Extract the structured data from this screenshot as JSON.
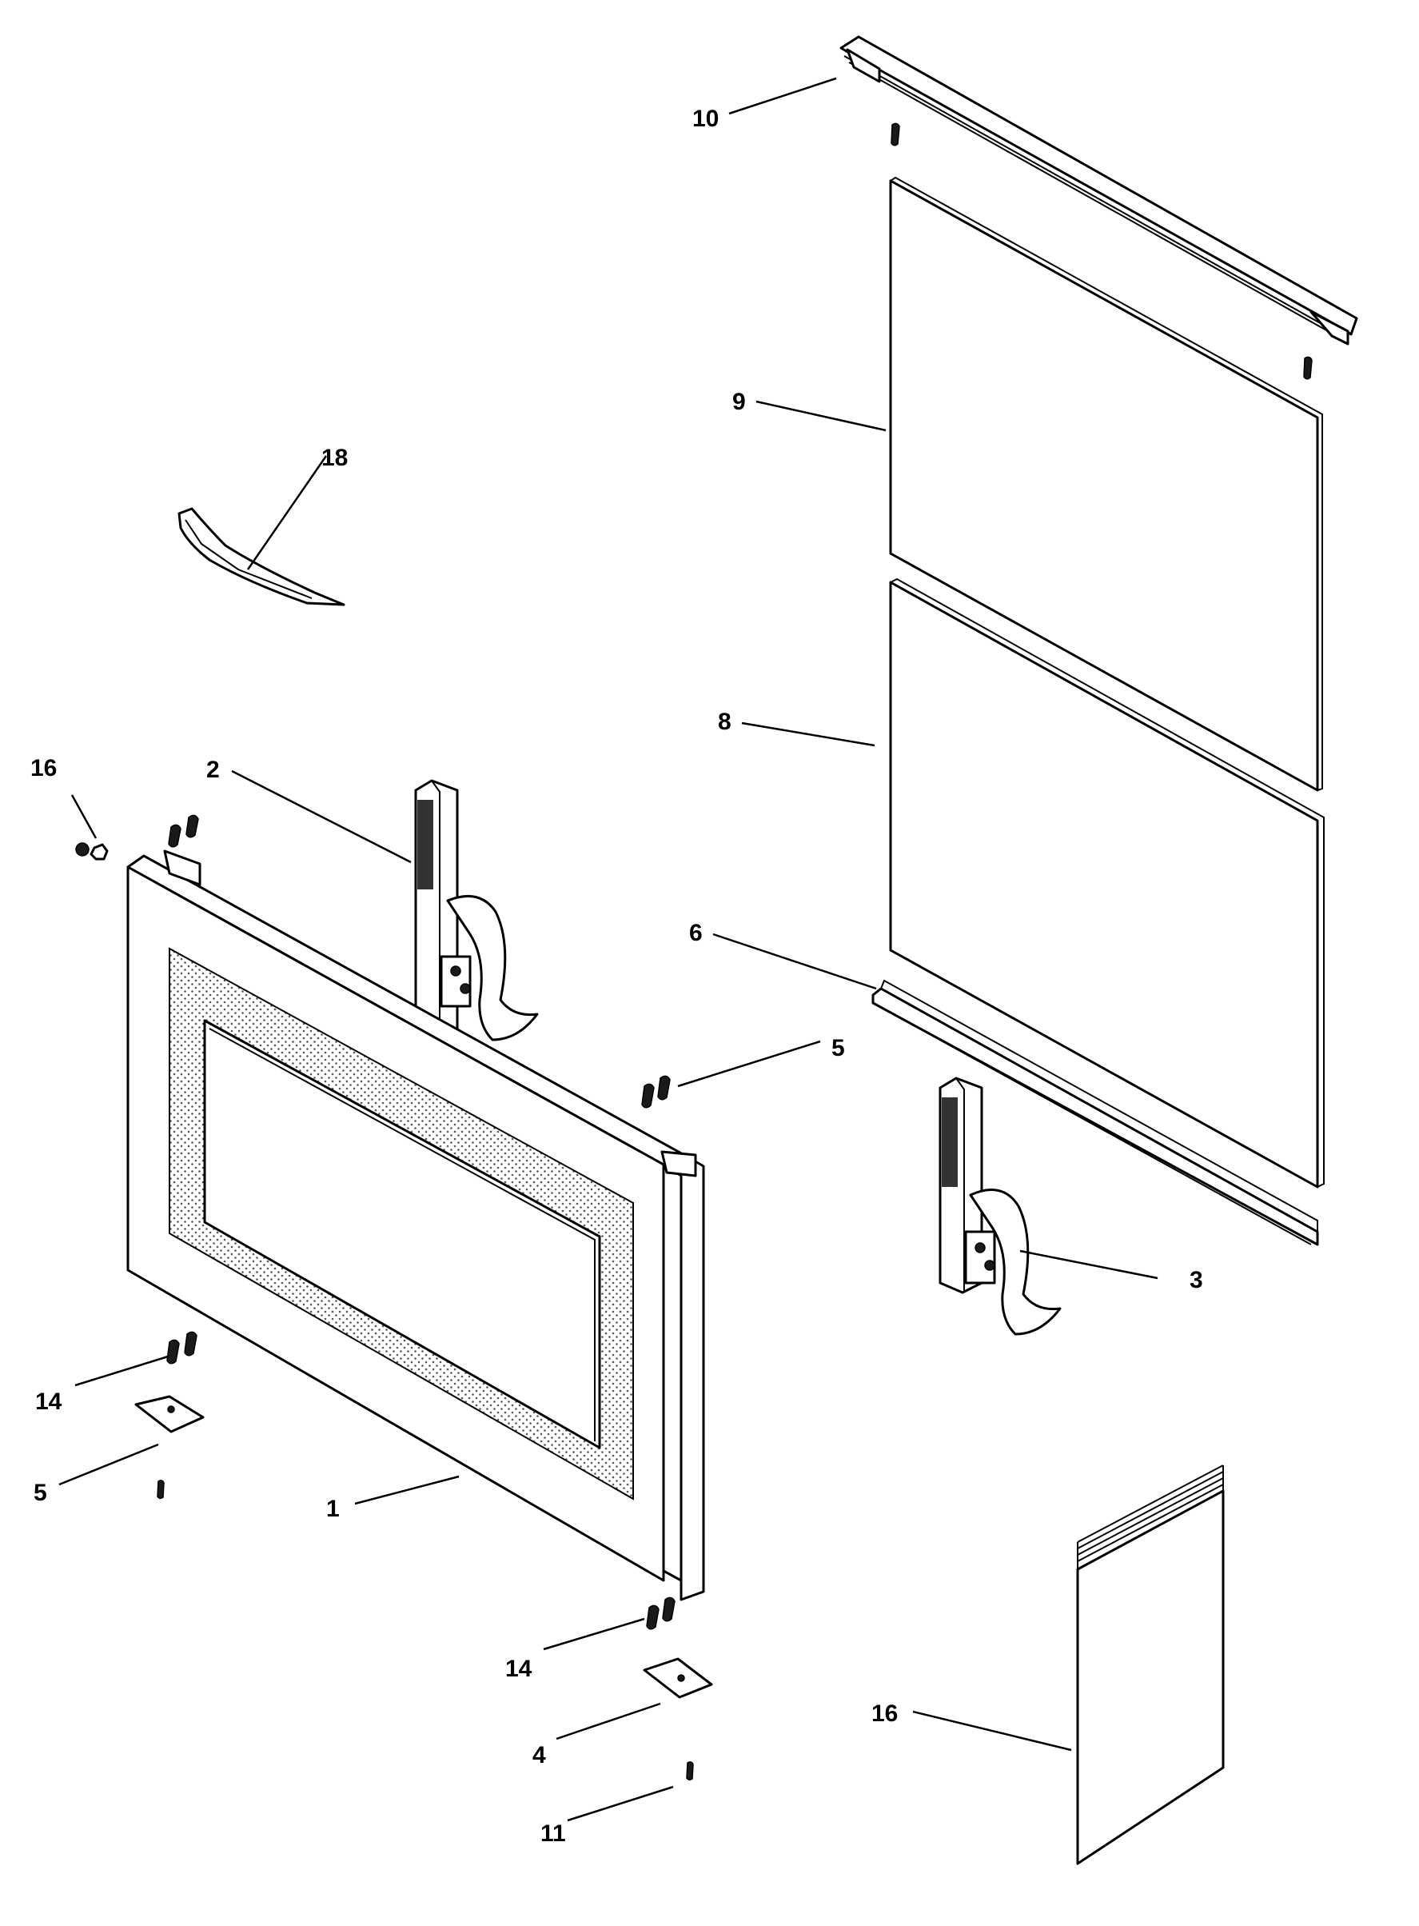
{
  "diagram": {
    "colors": {
      "ink": "#000000",
      "paper": "#ffffff",
      "hatch": "#555555"
    },
    "callouts": {
      "c10": "10",
      "c9": "9",
      "c18": "18",
      "c8": "8",
      "c16a": "16",
      "c2": "2",
      "c6": "6",
      "c5a": "5",
      "c3": "3",
      "c14a": "14",
      "c5b": "5",
      "c1": "1",
      "c14b": "14",
      "c4": "4",
      "c16b": "16",
      "c11": "11"
    }
  }
}
